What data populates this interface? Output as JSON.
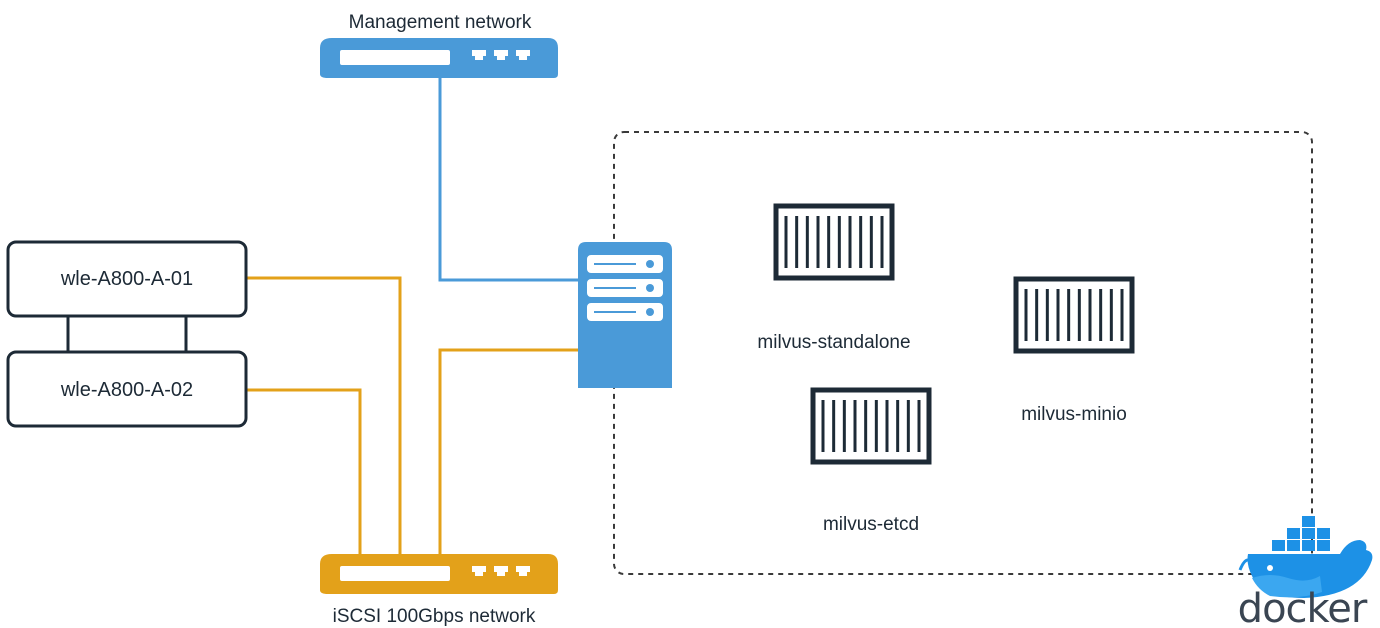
{
  "networks": {
    "management": {
      "label": "Management network",
      "color": "#4a9ad8"
    },
    "iscsi": {
      "label": "iSCSI 100Gbps network",
      "color": "#e3a11a"
    }
  },
  "storage_nodes": [
    {
      "label": "wle-A800-A-01"
    },
    {
      "label": "wle-A800-A-02"
    }
  ],
  "server": {
    "color": "#4a9ad8",
    "icon": "server-icon"
  },
  "docker_host": {
    "logo_text": "docker",
    "logo_color": "#1d91e6",
    "containers": [
      {
        "label": "milvus-standalone",
        "icon": "container-icon"
      },
      {
        "label": "milvus-minio",
        "icon": "container-icon"
      },
      {
        "label": "milvus-etcd",
        "icon": "container-icon"
      }
    ]
  },
  "colors": {
    "outline": "#1d2a36",
    "dashed_border": "#3a3a3a"
  }
}
